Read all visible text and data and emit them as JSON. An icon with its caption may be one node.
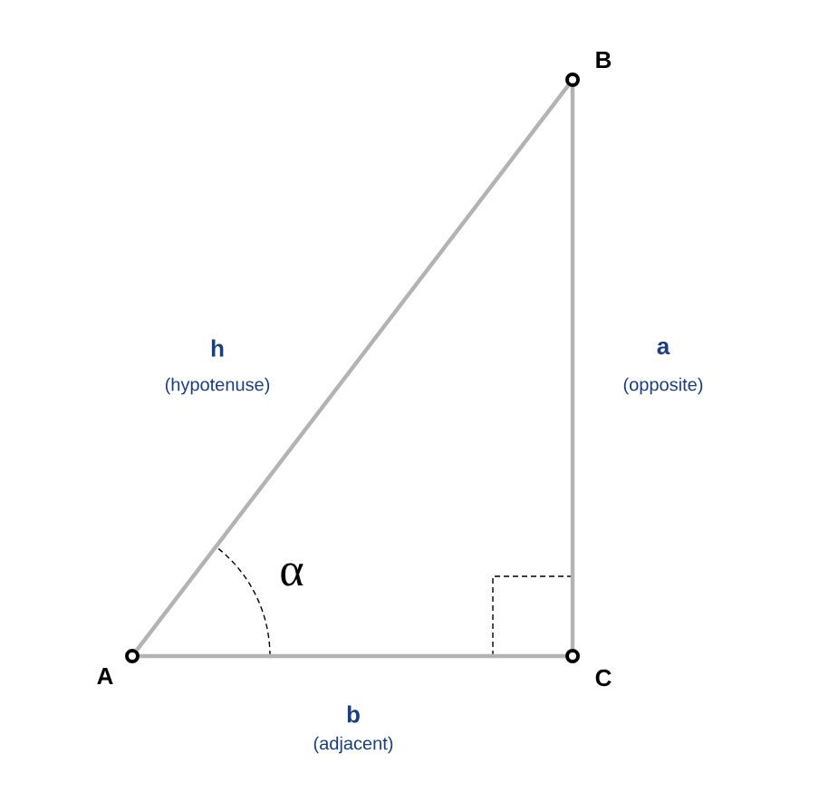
{
  "diagram": {
    "nodes": [
      {
        "text": [],
        "shape": "circle",
        "beside": [
          "A"
        ]
      },
      {
        "text": [],
        "shape": "circle",
        "beside": [
          "B"
        ]
      },
      {
        "text": [],
        "shape": "circle",
        "beside": [
          "C"
        ]
      }
    ],
    "edges": [
      {
        "from": 0,
        "to": 1,
        "arrow": "none",
        "label": "h"
      },
      {
        "from": 1,
        "to": 2,
        "arrow": "none",
        "label": "a"
      },
      {
        "from": 0,
        "to": 2,
        "arrow": "none",
        "label": "b"
      }
    ],
    "labels": [
      "(hypotenuse)",
      "(opposite)",
      "(adjacent)",
      "α"
    ]
  }
}
